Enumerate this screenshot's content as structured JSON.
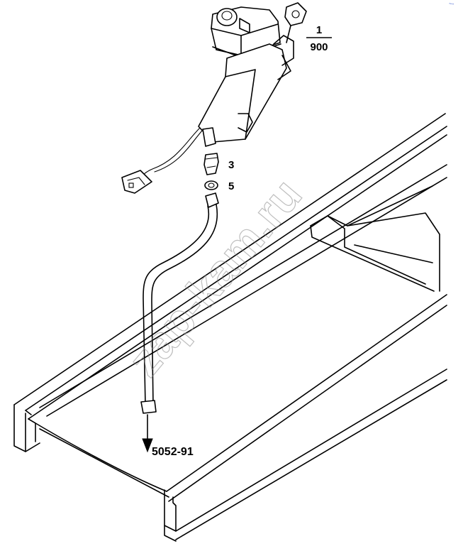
{
  "callouts": {
    "part_fraction_top": "1",
    "part_fraction_bottom": "900",
    "item_3": "3",
    "item_5": "5",
    "ref_code": "5052-91"
  },
  "watermark": "zap-kam.ru",
  "corner_mark": "~-"
}
